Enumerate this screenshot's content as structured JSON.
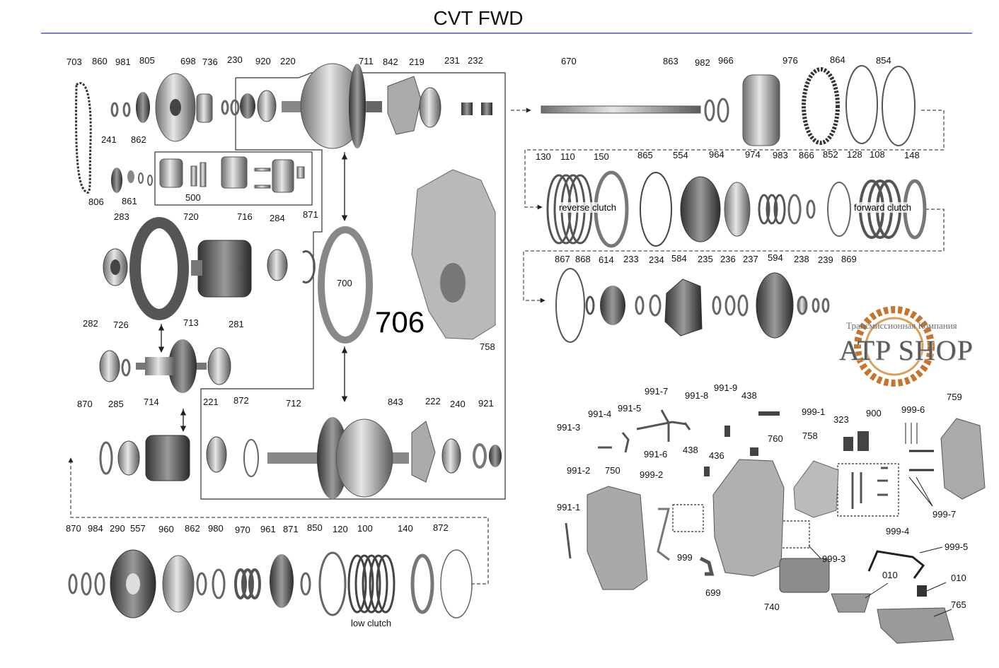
{
  "title": "CVT FWD",
  "big_label": "706",
  "brand": {
    "tagline": "Трансмиссионная Компания",
    "name": "ATP SHOP"
  },
  "callouts": {
    "reverse_clutch": "reverse clutch",
    "forward_clutch": "forward clutch",
    "low_clutch": "low clutch"
  },
  "labels": [
    "703",
    "860",
    "981",
    "805",
    "698",
    "736",
    "230",
    "920",
    "220",
    "711",
    "842",
    "219",
    "231",
    "232",
    "241",
    "862",
    "806",
    "861",
    "500",
    "283",
    "720",
    "716",
    "284",
    "871",
    "700",
    "758",
    "282",
    "726",
    "713",
    "281",
    "870",
    "285",
    "714",
    "221",
    "872",
    "712",
    "843",
    "222",
    "240",
    "921",
    "870",
    "984",
    "290",
    "557",
    "960",
    "862",
    "980",
    "970",
    "961",
    "871",
    "850",
    "120",
    "100",
    "140",
    "872",
    "670",
    "863",
    "982",
    "966",
    "976",
    "864",
    "854",
    "130",
    "110",
    "150",
    "865",
    "554",
    "964",
    "974",
    "983",
    "866",
    "852",
    "128",
    "108",
    "148",
    "867",
    "868",
    "614",
    "233",
    "234",
    "584",
    "235",
    "236",
    "237",
    "594",
    "238",
    "239",
    "869",
    "991-7",
    "991-9",
    "438",
    "991-4",
    "991-5",
    "991-8",
    "999-1",
    "323",
    "900",
    "999-6",
    "759",
    "991-3",
    "991-6",
    "438",
    "436",
    "760",
    "758",
    "991-2",
    "750",
    "999-2",
    "991-1",
    "999",
    "699",
    "999-4",
    "999-7",
    "999-3",
    "999-5",
    "740",
    "010",
    "010",
    "765"
  ]
}
